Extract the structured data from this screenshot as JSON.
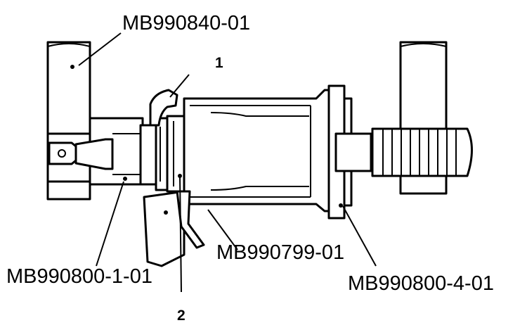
{
  "labels": {
    "tool_top": "MB990840-01",
    "item_1": "1",
    "tool_mid": "MB990799-01",
    "tool_left": "MB990800-1-01",
    "tool_right": "MB990800-4-01",
    "item_2": "2"
  }
}
